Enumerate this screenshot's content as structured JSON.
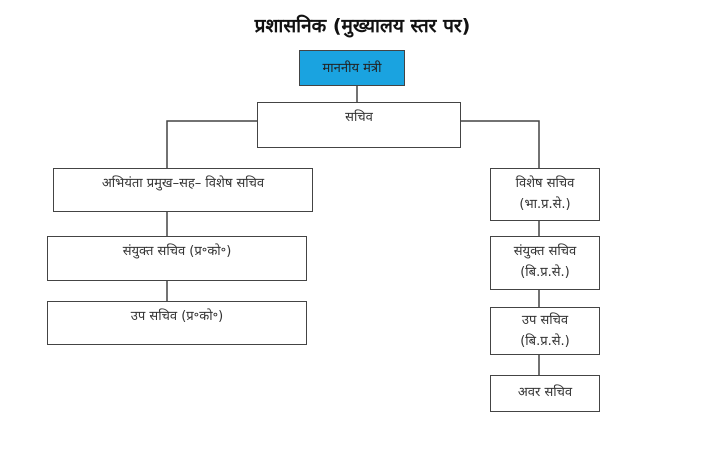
{
  "title": "प्रशासनिक (मुख्यालय स्तर पर)",
  "colors": {
    "minister_fill": "#1aa3e0",
    "line": "#444444"
  },
  "nodes": {
    "minister": "माननीय मंत्री",
    "secretary": "सचिव",
    "left": [
      {
        "line1": "अभियंता प्रमुख–सह– विशेष सचिव"
      },
      {
        "line1": "संयुक्त सचिव (प्र॰को॰)"
      },
      {
        "line1": "उप सचिव (प्र॰को॰)"
      }
    ],
    "right": [
      {
        "line1": "विशेष सचिव",
        "line2": "(भा.प्र.से.)"
      },
      {
        "line1": "संयुक्त सचिव",
        "line2": "(बि.प्र.से.)"
      },
      {
        "line1": "उप सचिव",
        "line2": "(बि.प्र.से.)"
      },
      {
        "line1": "अवर सचिव"
      }
    ]
  }
}
